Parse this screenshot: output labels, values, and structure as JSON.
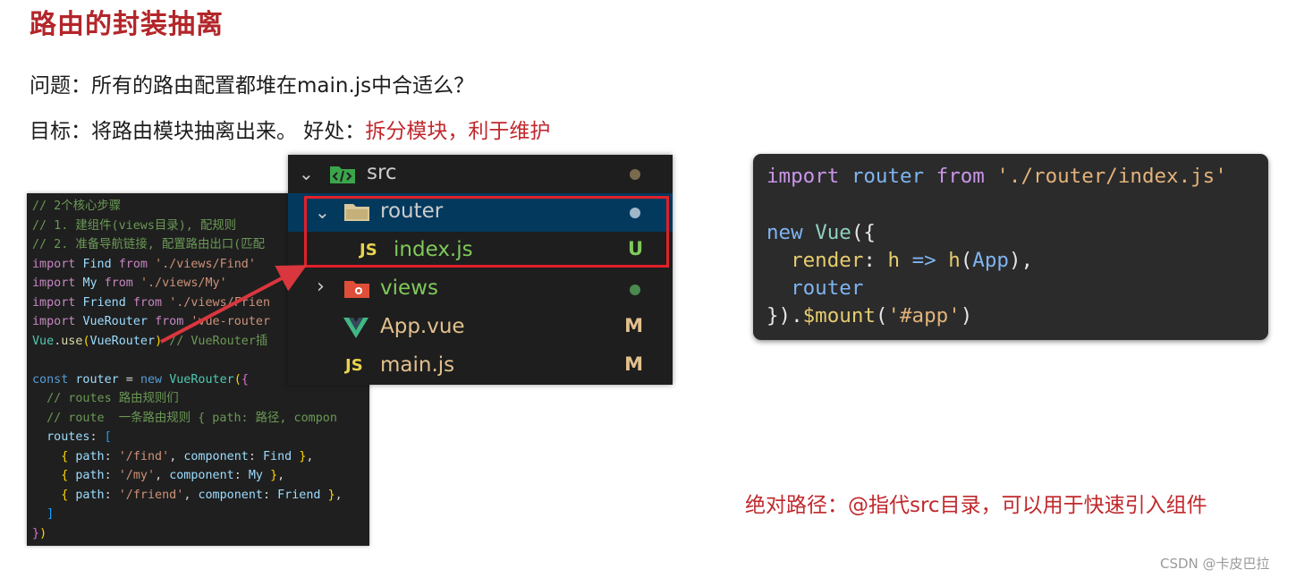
{
  "title": "路由的封装抽离",
  "question": "问题：所有的路由配置都堆在main.js中合适么？",
  "goal": {
    "prefix": "目标：将路由模块抽离出来。 好处：",
    "benefit": "拆分模块，利于维护"
  },
  "absolute_path_note": "绝对路径：@指代src目录，可以用于快速引入组件",
  "watermark": "CSDN @卡皮巴拉",
  "editor_code": {
    "line1": "// 2个核心步骤",
    "line2": "// 1. 建组件(views目录), 配规则",
    "line3": "// 2. 准备导航链接, 配置路由出口(匹配",
    "import_find": "'./views/Find'",
    "import_my": "'./views/My'",
    "import_friend": "'./views/Frien",
    "import_vuerouter": "'vue-router",
    "use_comment": "// VueRouter插",
    "routes_comment": "// routes 路由规则们",
    "route_comment": "// route  一条路由规则 { path: 路径, compon",
    "route_find": "'/find'",
    "route_my": "'/my'",
    "route_friend": "'/friend'"
  },
  "explorer": {
    "root": "src",
    "router_folder": "router",
    "index_file": "index.js",
    "index_status": "U",
    "views_folder": "views",
    "app_file": "App.vue",
    "app_status": "M",
    "main_file": "main.js",
    "main_status": "M",
    "js_icon": "JS",
    "vue_icon": "V"
  },
  "card_code": {
    "import_kw": "import",
    "import_id": "router",
    "from_kw": "from",
    "path": "'./router/index.js'",
    "new_kw": "new",
    "vue_cls": "Vue",
    "render_key": "render",
    "h_param": "h",
    "arrow_op": "=>",
    "h_call": "h",
    "app_arg": "App",
    "router_prop": "router",
    "mount_fn": "$mount",
    "mount_arg": "'#app'"
  },
  "colors": {
    "title_red": "#b3262a",
    "highlight_red": "#c0282c",
    "box_red": "#e0202a",
    "selection_blue": "#04395e"
  },
  "icons": [
    "folder-icon",
    "chevron-down-icon",
    "chevron-right-icon",
    "js-file-icon",
    "vue-file-icon"
  ]
}
